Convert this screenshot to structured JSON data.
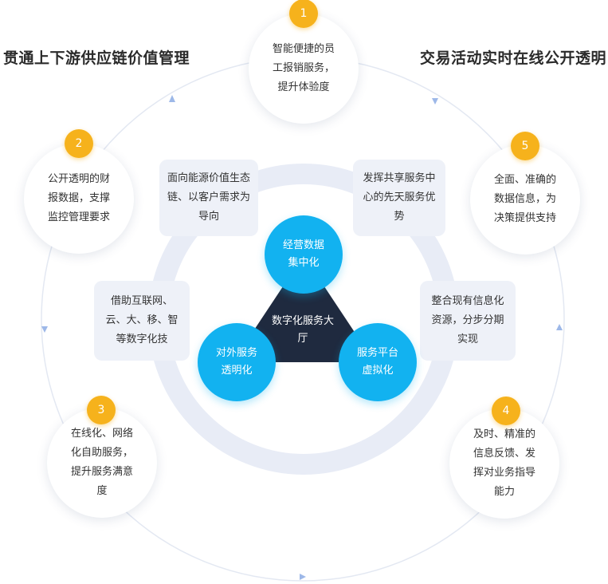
{
  "headings": {
    "left": "贯通上下游供应链价值管理",
    "right": "交易活动实时在线公开透明"
  },
  "outer_nodes": [
    {
      "badge": "1",
      "text": "智能便捷的员工报销服务，提升体验度"
    },
    {
      "badge": "2",
      "text": "公开透明的财报数据，支撑监控管理要求"
    },
    {
      "badge": "3",
      "text": "在线化、网络化自助服务，提升服务满意度"
    },
    {
      "badge": "4",
      "text": "及时、精准的信息反馈、发挥对业务指导能力"
    },
    {
      "badge": "5",
      "text": "全面、准确的数据信息，为决策提供支持"
    }
  ],
  "inner_boxes": [
    {
      "text": "面向能源价值生态链、以客户需求为导向"
    },
    {
      "text": "发挥共享服务中心的先天服务优势"
    },
    {
      "text": "借助互联网、云、大、移、智等数字化技"
    },
    {
      "text": "整合现有信息化资源，分步分期实现"
    }
  ],
  "center": {
    "label": "数字化服务大厅",
    "hubs": [
      {
        "text": "经营数据集中化"
      },
      {
        "text": "对外服务透明化"
      },
      {
        "text": "服务平台虚拟化"
      }
    ]
  },
  "colors": {
    "accent_blue": "#12b2f0",
    "badge_orange": "#f6b21c",
    "dark_triangle": "#1f2a3f",
    "ring": "#e8ecf6",
    "box_bg": "#eef1f8",
    "arrow": "#9db8e8"
  }
}
